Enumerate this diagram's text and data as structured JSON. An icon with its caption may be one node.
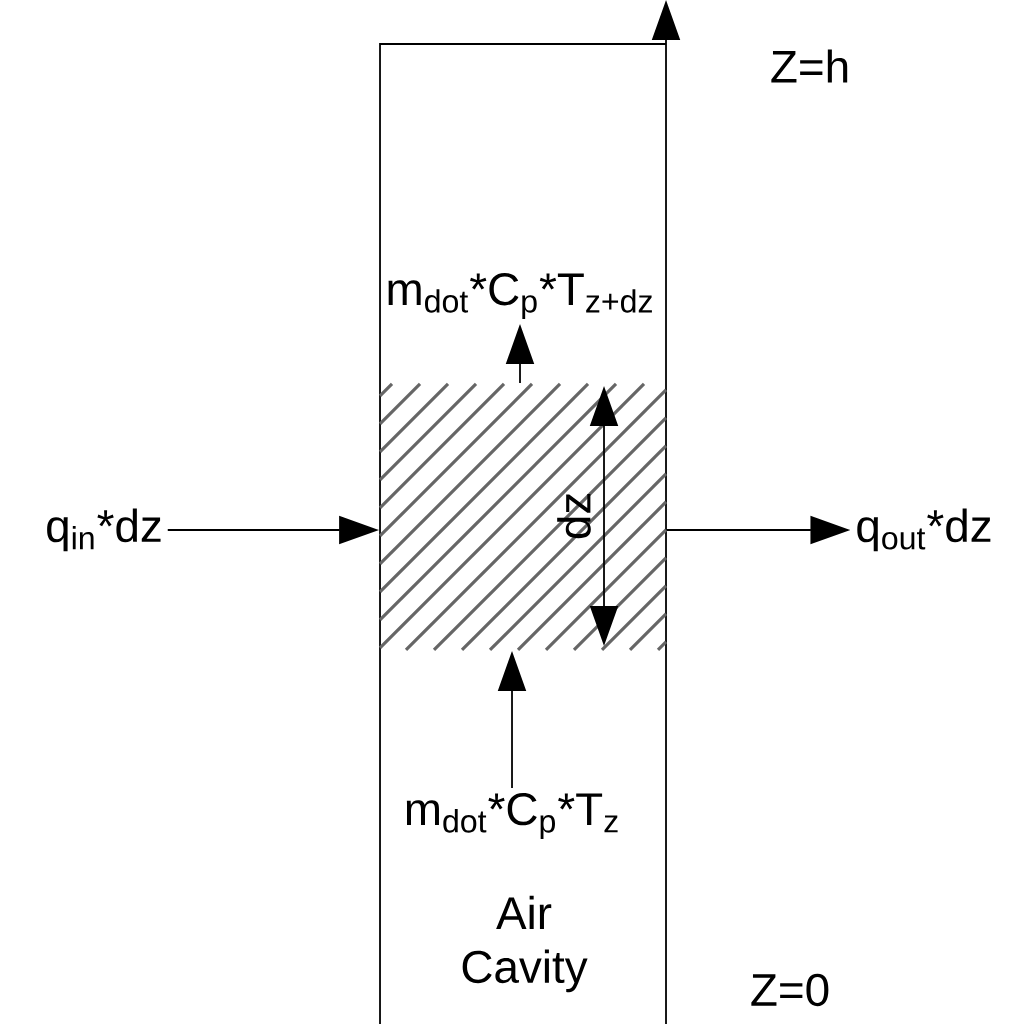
{
  "diagram": {
    "nodes": [
      {
        "text": [],
        "shape": "box"
      },
      {
        "text": [
          "q$_{in}$*dz"
        ]
      },
      {
        "text": [
          "q$_{out}$*dz"
        ]
      },
      {
        "text": [
          "m$_{dot}$*C$_{p}$*T$_{z+dz}$"
        ]
      },
      {
        "text": [
          "m$_{dot}$*C$_{p}$*T$_{z}$"
        ]
      }
    ],
    "edges": [
      {
        "from": 1,
        "to": 0,
        "arrow": "to"
      },
      {
        "from": 0,
        "to": 2,
        "arrow": "to"
      },
      {
        "from": 0,
        "to": 3,
        "arrow": "to"
      },
      {
        "from": 4,
        "to": 0,
        "arrow": "to"
      }
    ],
    "labels": [
      "Z=h",
      "dz",
      "Air Cavity",
      "Z=0"
    ]
  }
}
